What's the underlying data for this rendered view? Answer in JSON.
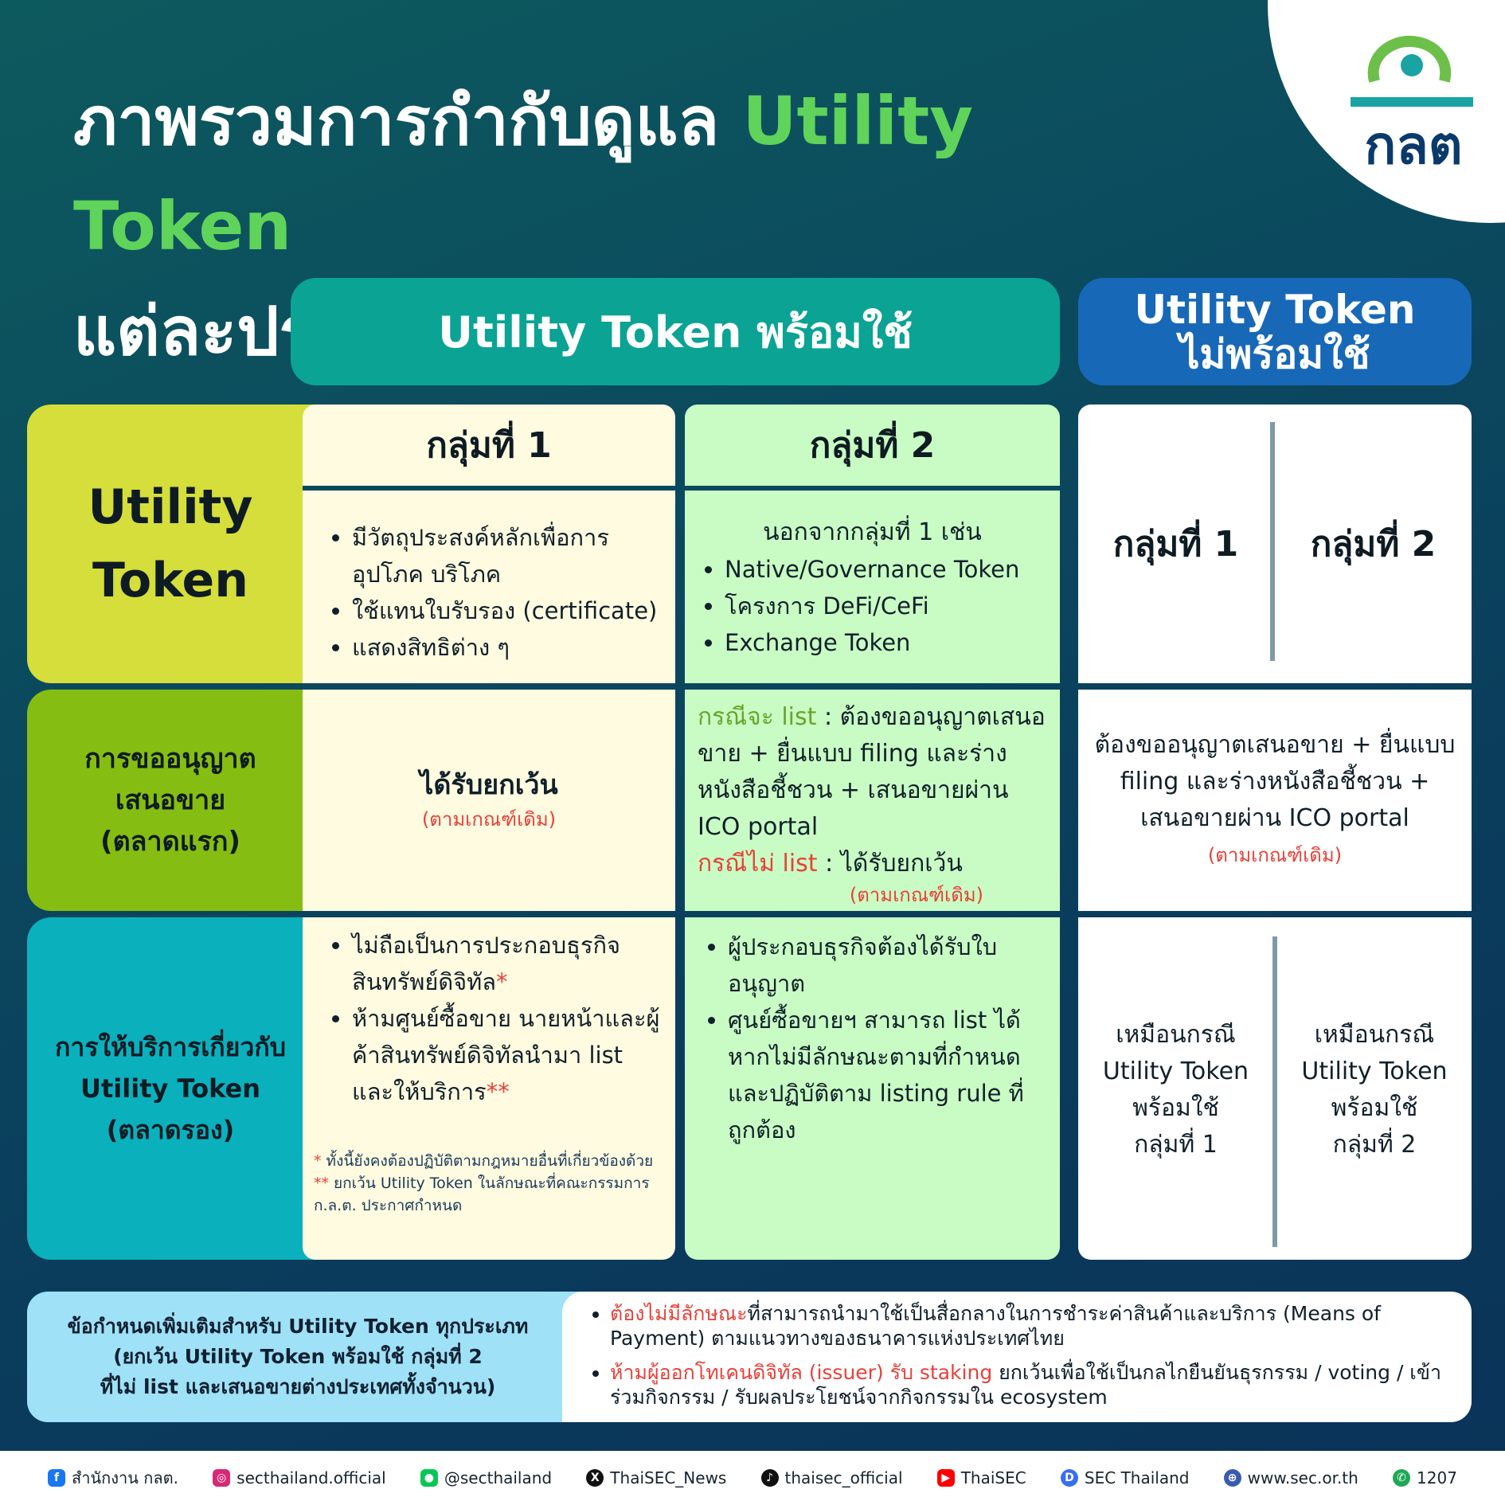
{
  "title": {
    "line1_thai": "ภาพรวมการกำกับดูแล",
    "line1_highlight": "Utility Token",
    "line2": "แต่ละประเภท"
  },
  "logo": {
    "text": "กลต"
  },
  "headers": {
    "ready": "Utility Token พร้อมใช้",
    "not_ready_line1": "Utility Token",
    "not_ready_line2": "ไม่พร้อมใช้"
  },
  "rows": {
    "token": {
      "label_line1": "Utility",
      "label_line2": "Token",
      "group1_title": "กลุ่มที่ 1",
      "group1_items": [
        "มีวัตถุประสงค์หลักเพื่อการอุปโภค บริโภค",
        "ใช้แทนใบรับรอง (certificate)",
        "แสดงสิทธิต่าง ๆ"
      ],
      "group2_title": "กลุ่มที่ 2",
      "group2_intro": "นอกจากกลุ่มที่ 1 เช่น",
      "group2_items": [
        "Native/Governance Token",
        "โครงการ DeFi/CeFi",
        "Exchange Token"
      ],
      "notready_g1": "กลุ่มที่ 1",
      "notready_g2": "กลุ่มที่ 2"
    },
    "primary": {
      "label_line1": "การขออนุญาต",
      "label_line2": "เสนอขาย",
      "label_line3": "(ตลาดแรก)",
      "group1_main": "ได้รับยกเว้น",
      "group1_note": "(ตามเกณฑ์เดิม)",
      "group2_case1_label": "กรณีจะ list",
      "group2_case1_text": " : ต้องขออนุญาตเสนอขาย + ยื่นแบบ filing และร่างหนังสือชี้ชวน + เสนอขายผ่าน ICO portal",
      "group2_case2_label": "กรณีไม่ list",
      "group2_case2_text": " : ได้รับยกเว้น",
      "group2_note": "(ตามเกณฑ์เดิม)",
      "notready_line1": "ต้องขออนุญาตเสนอขาย + ยื่นแบบ",
      "notready_line2": "filing และร่างหนังสือชี้ชวน +",
      "notready_line3": "เสนอขายผ่าน ICO portal",
      "notready_note": "(ตามเกณฑ์เดิม)"
    },
    "secondary": {
      "label_line1": "การให้บริการเกี่ยวกับ",
      "label_line2": "Utility Token",
      "label_line3": "(ตลาดรอง)",
      "group1_item1": "ไม่ถือเป็นการประกอบธุรกิจสินทรัพย์ดิจิทัล",
      "group1_item1_mark": "*",
      "group1_item2": "ห้ามศูนย์ซื้อขาย นายหน้าและผู้ค้าสินทรัพย์ดิจิทัลนำมา list และให้บริการ",
      "group1_item2_mark": "**",
      "footnote1_mark": "*",
      "footnote1": " ทั้งนี้ยังคงต้องปฏิบัติตามกฎหมายอื่นที่เกี่ยวข้องด้วย",
      "footnote2_mark": "**",
      "footnote2": " ยกเว้น Utility Token ในลักษณะที่คณะกรรมการ ก.ล.ต. ประกาศกำหนด",
      "group2_items": [
        "ผู้ประกอบธุรกิจต้องได้รับใบอนุญาต",
        "ศูนย์ซื้อขายฯ สามารถ list ได้หากไม่มีลักษณะตามที่กำหนดและปฏิบัติตาม listing rule ที่ถูกต้อง"
      ],
      "notready_g1": [
        "เหมือนกรณี",
        "Utility Token",
        "พร้อมใช้",
        "กลุ่มที่ 1"
      ],
      "notready_g2": [
        "เหมือนกรณี",
        "Utility Token",
        "พร้อมใช้",
        "กลุ่มที่ 2"
      ]
    }
  },
  "extra": {
    "left_line1": "ข้อกำหนดเพิ่มเติมสำหรับ Utility Token ทุกประเภท",
    "left_line2": "(ยกเว้น Utility Token พร้อมใช้ กลุ่มที่ 2",
    "left_line3": "ที่ไม่ list และเสนอขายต่างประเทศทั้งจำนวน)",
    "item1_red": "ต้องไม่มีลักษณะ",
    "item1_text": "ที่สามารถนำมาใช้เป็นสื่อกลางในการชำระค่าสินค้าและบริการ (Means of Payment) ตามแนวทางของธนาคารแห่งประเทศไทย",
    "item2_red": "ห้ามผู้ออกโทเคนดิจิทัล (issuer) รับ staking",
    "item2_text": " ยกเว้นเพื่อใช้เป็นกลไกยืนยันธุรกรรม / voting / เข้าร่วมกิจกรรม / รับผลประโยชน์จากกิจกรรมใน ecosystem"
  },
  "footer": {
    "facebook": "สำนักงาน กลต.",
    "instagram": "secthailand.official",
    "line": "@secthailand",
    "x": "ThaiSEC_News",
    "tiktok": "thaisec_official",
    "youtube": "ThaiSEC",
    "other": "SEC Thailand",
    "web": "www.sec.or.th",
    "phone": "1207"
  },
  "colors": {
    "ready_header": "#0aa394",
    "not_ready_header": "#1868b8",
    "row1_label": "#d5de3a",
    "row2_label": "#86bd12",
    "row3_label": "#0bb0bd",
    "group1_bg": "#fffbe0",
    "group2_bg": "#c9fcc4",
    "highlight": "#5fd35a",
    "alert": "#e8413a"
  }
}
